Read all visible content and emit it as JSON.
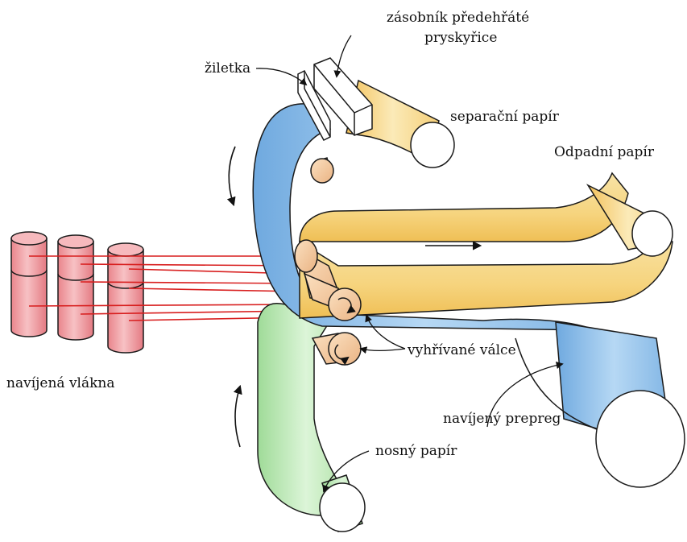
{
  "labels": {
    "reservoir_line1": "zásobník předehřáté",
    "reservoir_line2": "pryskyřice",
    "blade": "žiletka",
    "release_paper": "separační papír",
    "waste_paper": "Odpadní papír",
    "wound_fibers": "navíjená vlákna",
    "heated_rollers": "vyhřívané válce",
    "wound_prepreg": "navíjený prepreg",
    "carrier_paper": "nosný papír"
  },
  "colors": {
    "blue": "#8ec0ea",
    "yellow": "#f7d98c",
    "green": "#b9e8b4",
    "roller": "#f8d0a8",
    "fiber": "#ef9aa0",
    "fiber_line": "#d81e1e",
    "outline": "#1a1a1a"
  }
}
